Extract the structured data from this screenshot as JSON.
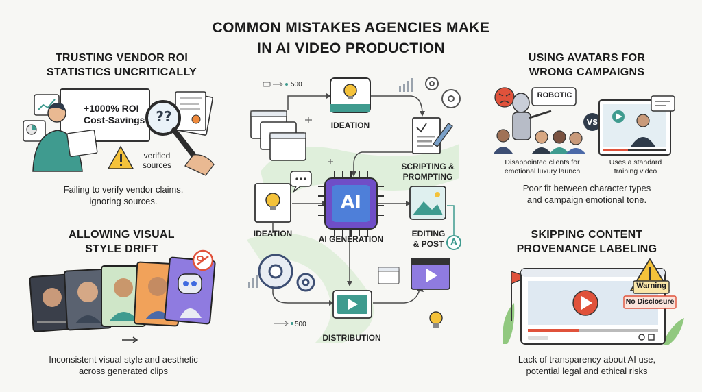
{
  "title": {
    "line1": "COMMON MISTAKES AGENCIES MAKE",
    "line2": "IN AI VIDEO PRODUCTION"
  },
  "top_left": {
    "title_line1": "TRUSTING VENDOR ROI",
    "title_line2": "STATISTICS UNCRITICALLY",
    "board_line1": "+1000% ROI",
    "board_line2": "Cost-Savings",
    "question_marks": "??",
    "note_line1": "verified",
    "note_line2": "sources",
    "caption_line1": "Failing to verify vendor claims,",
    "caption_line2": "ignoring sources."
  },
  "bottom_left": {
    "title_line1": "ALLOWING VISUAL",
    "title_line2": "STYLE DRIFT",
    "caption_line1": "Inconsistent visual style and aesthetic",
    "caption_line2": "across generated clips"
  },
  "center": {
    "counter_top": "500",
    "counter_bottom": "500",
    "ideation_top": "IDEATION",
    "scripting_line1": "SCRIPTING &",
    "scripting_line2": "PROMPTING",
    "ideation_left": "IDEATION",
    "ai_chip": "AI",
    "ai_generation": "AI GENERATION",
    "editing_line1": "EDITING",
    "editing_line2": "& POST",
    "badge_a": "A",
    "distribution": "DISTRIBUTION"
  },
  "top_right": {
    "title_line1": "USING AVATARS FOR",
    "title_line2": "WRONG CAMPAIGNS",
    "robotic_bubble": "ROBOTIC",
    "vs": "VS",
    "left_cap_line1": "Disappointed clients for",
    "left_cap_line2": "emotional luxury launch",
    "right_cap_line1": "Uses a standard",
    "right_cap_line2": "training video",
    "caption_line1": "Poor fit between character types",
    "caption_line2": "and campaign emotional tone."
  },
  "bottom_right": {
    "title_line1": "SKIPPING CONTENT",
    "title_line2": "PROVENANCE LABELING",
    "warning_label": "Warning",
    "no_disclosure": "No Disclosure",
    "caption_line1": "Lack of transparency about AI use,",
    "caption_line2": "potential legal and ethical risks"
  },
  "colors": {
    "accent_teal": "#3f9b8f",
    "accent_purple": "#6f4ec7",
    "warning_yellow": "#f4c23a",
    "alert_red": "#e0523b",
    "blob_green": "#cfe9c9"
  }
}
